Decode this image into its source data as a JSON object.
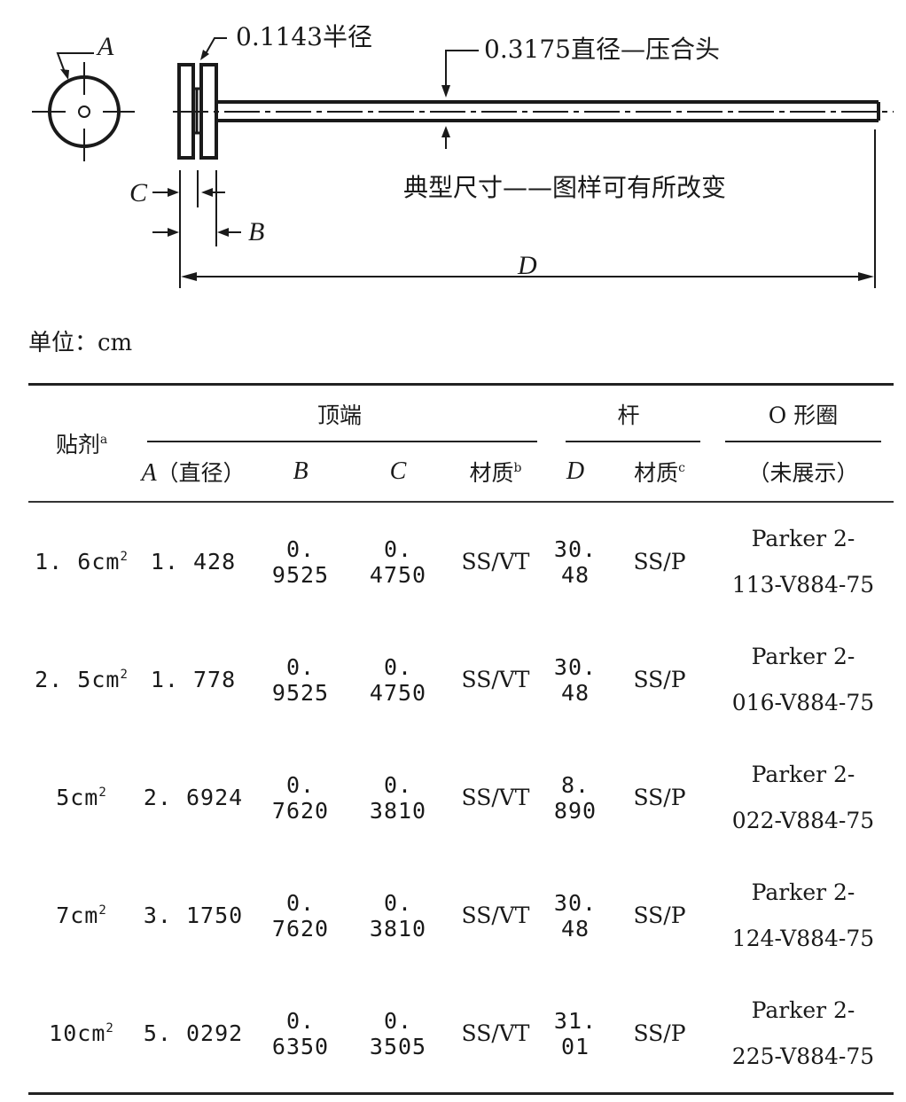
{
  "drawing": {
    "label_A": "A",
    "label_B": "B",
    "label_C": "C",
    "label_D": "D",
    "radius_note": "0.1143半径",
    "diameter_note": "0.3175直径—压合头",
    "typical_note": "典型尺寸——图样可有所改变"
  },
  "units": "单位：cm",
  "table": {
    "group_headers": {
      "patch": "贴剂",
      "patch_sup": "a",
      "top": "顶端",
      "rod": "杆",
      "oring": "O 形圈"
    },
    "sub_headers": {
      "A": "A",
      "A_suffix": "（直径）",
      "B": "B",
      "C": "C",
      "top_material": "材质",
      "top_material_sup": "b",
      "D": "D",
      "rod_material": "材质",
      "rod_material_sup": "c",
      "oring_note": "（未展示）"
    },
    "rows": [
      {
        "patch": "1. 6cm",
        "sup": "2",
        "A": "1. 428",
        "B": "0. 9525",
        "C": "0. 4750",
        "top_material": "SS/VT",
        "D": "30. 48",
        "rod_material": "SS/P",
        "oring_l1": "Parker 2-",
        "oring_l2": "113-V884-75"
      },
      {
        "patch": "2. 5cm",
        "sup": "2",
        "A": "1. 778",
        "B": "0. 9525",
        "C": "0. 4750",
        "top_material": "SS/VT",
        "D": "30. 48",
        "rod_material": "SS/P",
        "oring_l1": "Parker 2-",
        "oring_l2": "016-V884-75"
      },
      {
        "patch": "5cm",
        "sup": "2",
        "A": "2. 6924",
        "B": "0. 7620",
        "C": "0. 3810",
        "top_material": "SS/VT",
        "D": "8. 890",
        "rod_material": "SS/P",
        "oring_l1": "Parker 2-",
        "oring_l2": "022-V884-75"
      },
      {
        "patch": "7cm",
        "sup": "2",
        "A": "3. 1750",
        "B": "0. 7620",
        "C": "0. 3810",
        "top_material": "SS/VT",
        "D": "30. 48",
        "rod_material": "SS/P",
        "oring_l1": "Parker 2-",
        "oring_l2": "124-V884-75"
      },
      {
        "patch": "10cm",
        "sup": "2",
        "A": "5. 0292",
        "B": "0. 6350",
        "C": "0. 3505",
        "top_material": "SS/VT",
        "D": "31. 01",
        "rod_material": "SS/P",
        "oring_l1": "Parker 2-",
        "oring_l2": "225-V884-75"
      }
    ]
  }
}
